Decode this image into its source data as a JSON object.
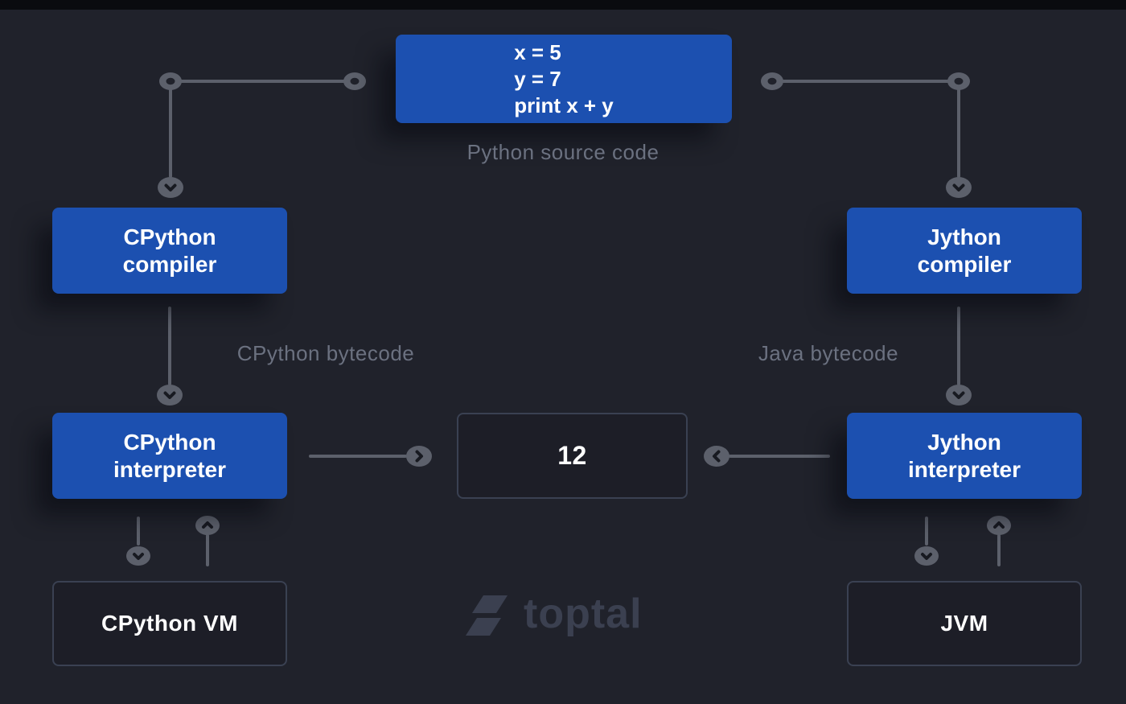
{
  "colors": {
    "background": "#20222b",
    "box_blue": "#1c50b0",
    "outline_border": "#3a4152",
    "line_gray": "#5c606b",
    "caption_gray": "#6b7180",
    "watermark_gray": "#3b4050"
  },
  "source": {
    "code": "x = 5\ny = 7\nprint x + y",
    "caption": "Python source code"
  },
  "left": {
    "compiler": "CPython\ncompiler",
    "bytecode": "CPython bytecode",
    "interpreter": "CPython\ninterpreter",
    "vm": "CPython VM"
  },
  "right": {
    "compiler": "Jython\ncompiler",
    "bytecode": "Java bytecode",
    "interpreter": "Jython\ninterpreter",
    "vm": "JVM"
  },
  "result": "12",
  "watermark": "toptal"
}
